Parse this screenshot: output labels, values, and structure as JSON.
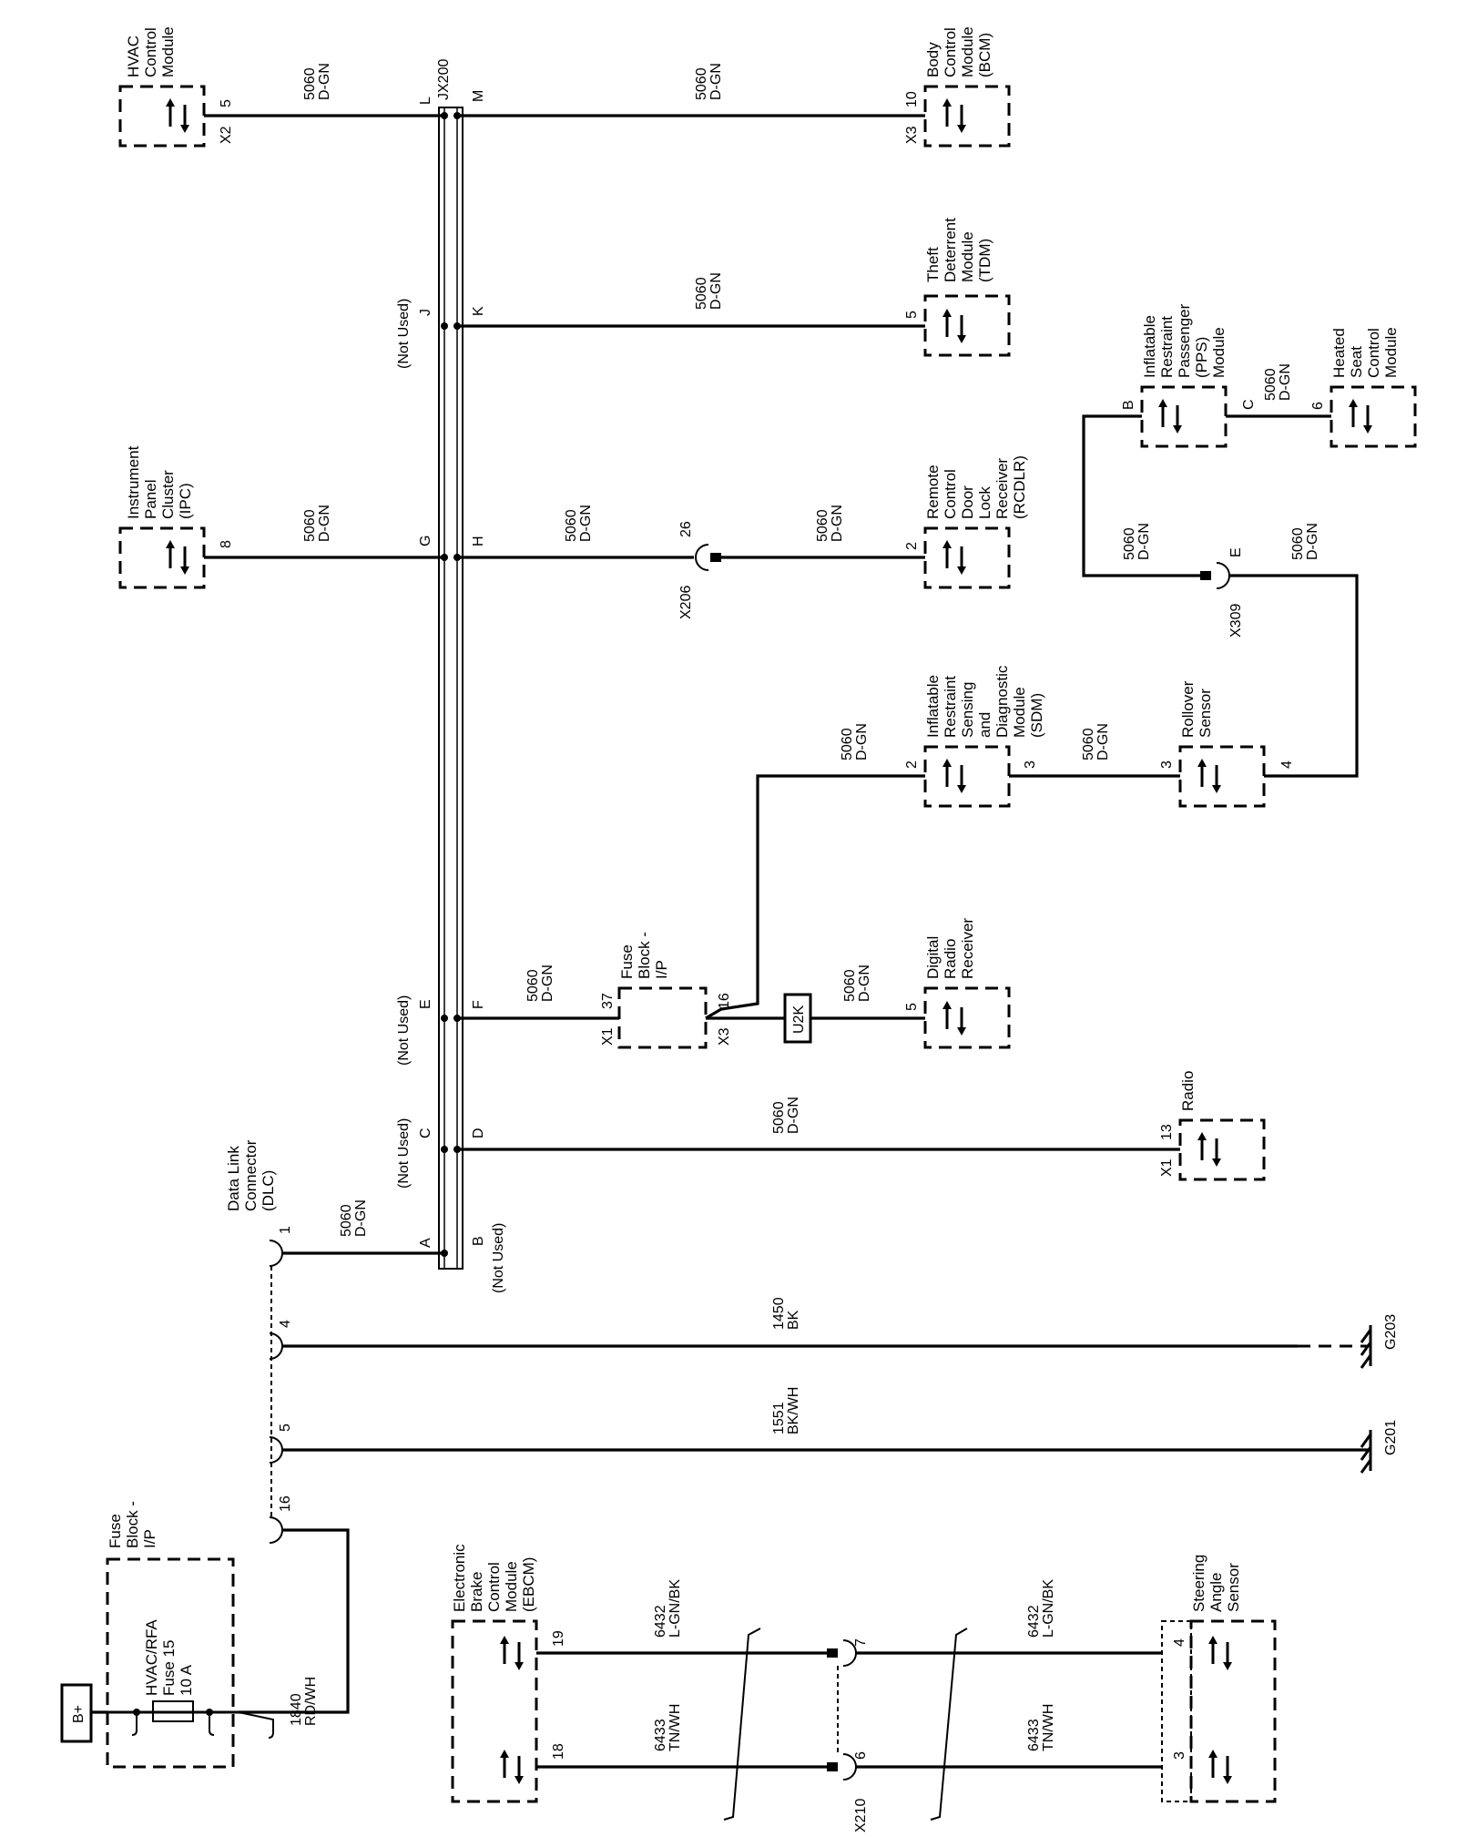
{
  "modules": {
    "hvac": [
      "HVAC",
      "Control",
      "Module"
    ],
    "bcm": [
      "Body",
      "Control",
      "Module",
      "(BCM)"
    ],
    "tdm": [
      "Theft",
      "Deterrent",
      "Module",
      "(TDM)"
    ],
    "ipc": [
      "Instrument",
      "Panel",
      "Cluster",
      "(IPC)"
    ],
    "rcdlr": [
      "Remote",
      "Control",
      "Door",
      "Lock",
      "Receiver",
      "(RCDLR)"
    ],
    "pps": [
      "Inflatable",
      "Restraint",
      "Passenger",
      "(PPS)",
      "Module"
    ],
    "heated_seat": [
      "Heated",
      "Seat",
      "Control",
      "Module"
    ],
    "sdm": [
      "Inflatable",
      "Restraint",
      "Sensing",
      "and",
      "Diagnostic",
      "Module",
      "(SDM)"
    ],
    "rollover": [
      "Rollover",
      "Sensor"
    ],
    "fuse_block_mid": [
      "Fuse",
      "Block -",
      "I/P"
    ],
    "digital_radio": [
      "Digital",
      "Radio",
      "Receiver"
    ],
    "radio": [
      "Radio"
    ],
    "dlc": [
      "Data Link",
      "Connector",
      "(DLC)"
    ],
    "fuse_block_left": [
      "Fuse",
      "Block -",
      "I/P"
    ],
    "fuse_text": [
      "HVAC/RFA",
      "Fuse 15",
      "10 A"
    ],
    "ebcm": [
      "Electronic",
      "Brake",
      "Control",
      "Module",
      "(EBCM)"
    ],
    "steering": [
      "Steering",
      "Angle",
      "Sensor"
    ]
  },
  "wires": {
    "num_5060": "5060",
    "color_dgn": "D-GN",
    "num_1450": "1450",
    "color_bk": "BK",
    "num_1551": "1551",
    "color_bkwh": "BK/WH",
    "num_1840": "1840",
    "color_rdwh": "RD/WH",
    "num_6432": "6432",
    "color_lgnbk": "L-GN/BK",
    "num_6433": "6433",
    "color_tnwh": "TN/WH"
  },
  "connectors": {
    "jx200": "JX200",
    "x2": "X2",
    "x3": "X3",
    "x1": "X1",
    "x206": "X206",
    "x309": "X309",
    "x210": "X210",
    "g203": "G203",
    "g201": "G201",
    "u2k": "U2K",
    "b_plus": "B+",
    "not_used": "(Not Used)"
  },
  "pins": {
    "L": "L",
    "M": "M",
    "J": "J",
    "K": "K",
    "G": "G",
    "H": "H",
    "E": "E",
    "F": "F",
    "C": "C",
    "D": "D",
    "A": "A",
    "B": "B",
    "p1": "1",
    "p2": "2",
    "p3": "3",
    "p4": "4",
    "p5": "5",
    "p6": "6",
    "p7": "7",
    "p8": "8",
    "p10": "10",
    "p13": "13",
    "p16": "16",
    "p18": "18",
    "p19": "19",
    "p26": "26",
    "p37": "37"
  }
}
